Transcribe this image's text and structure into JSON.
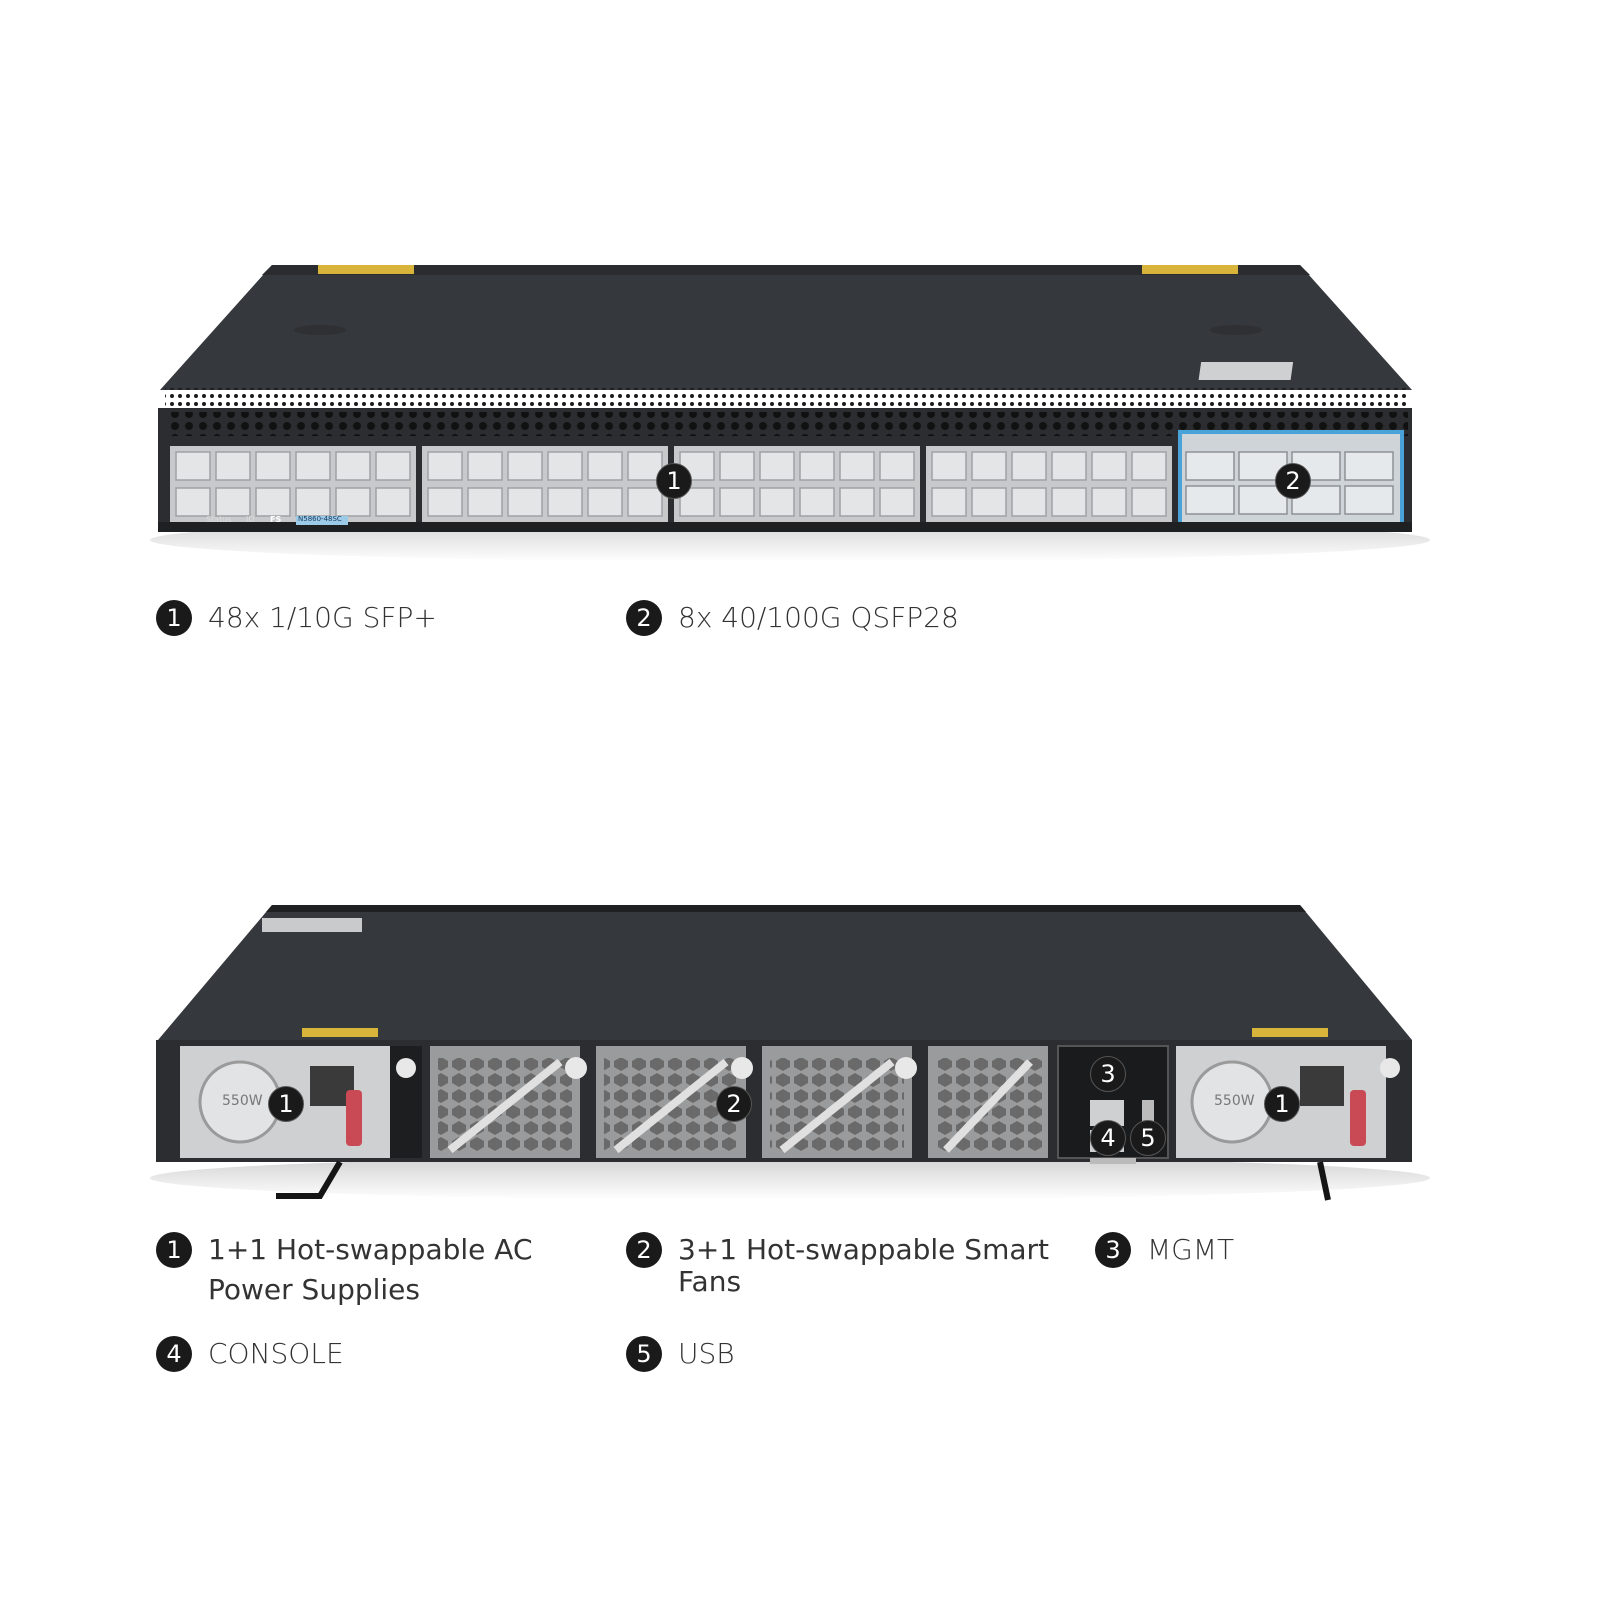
{
  "front": {
    "badges": [
      "1",
      "2"
    ],
    "panel_status": "Status",
    "panel_id": "ID",
    "panel_logo": "FS",
    "panel_model": "N5860-48SC",
    "callouts": [
      {
        "num": "1",
        "text": "48x 1/10G SFP+"
      },
      {
        "num": "2",
        "text": "8x 40/100G QSFP28"
      }
    ]
  },
  "rear": {
    "badges": [
      "1",
      "2",
      "3",
      "4",
      "5",
      "1"
    ],
    "psu_label": "550W",
    "callouts": [
      {
        "num": "1",
        "line1": "1+1 Hot-swappable AC",
        "line2": "Power Supplies"
      },
      {
        "num": "2",
        "line1": "3+1 Hot-swappable Smart",
        "line2": "Fans"
      },
      {
        "num": "3",
        "line1": "MGMT",
        "line2": ""
      },
      {
        "num": "4",
        "line1": "CONSOLE",
        "line2": ""
      },
      {
        "num": "5",
        "line1": "USB",
        "line2": ""
      }
    ]
  },
  "colors": {
    "chassis": "#2b2d30",
    "chassis_top": "#35383c",
    "port_bg": "#c8c9cb",
    "highlight": "#4aa3d8",
    "label_yellow": "#d8b53a"
  }
}
